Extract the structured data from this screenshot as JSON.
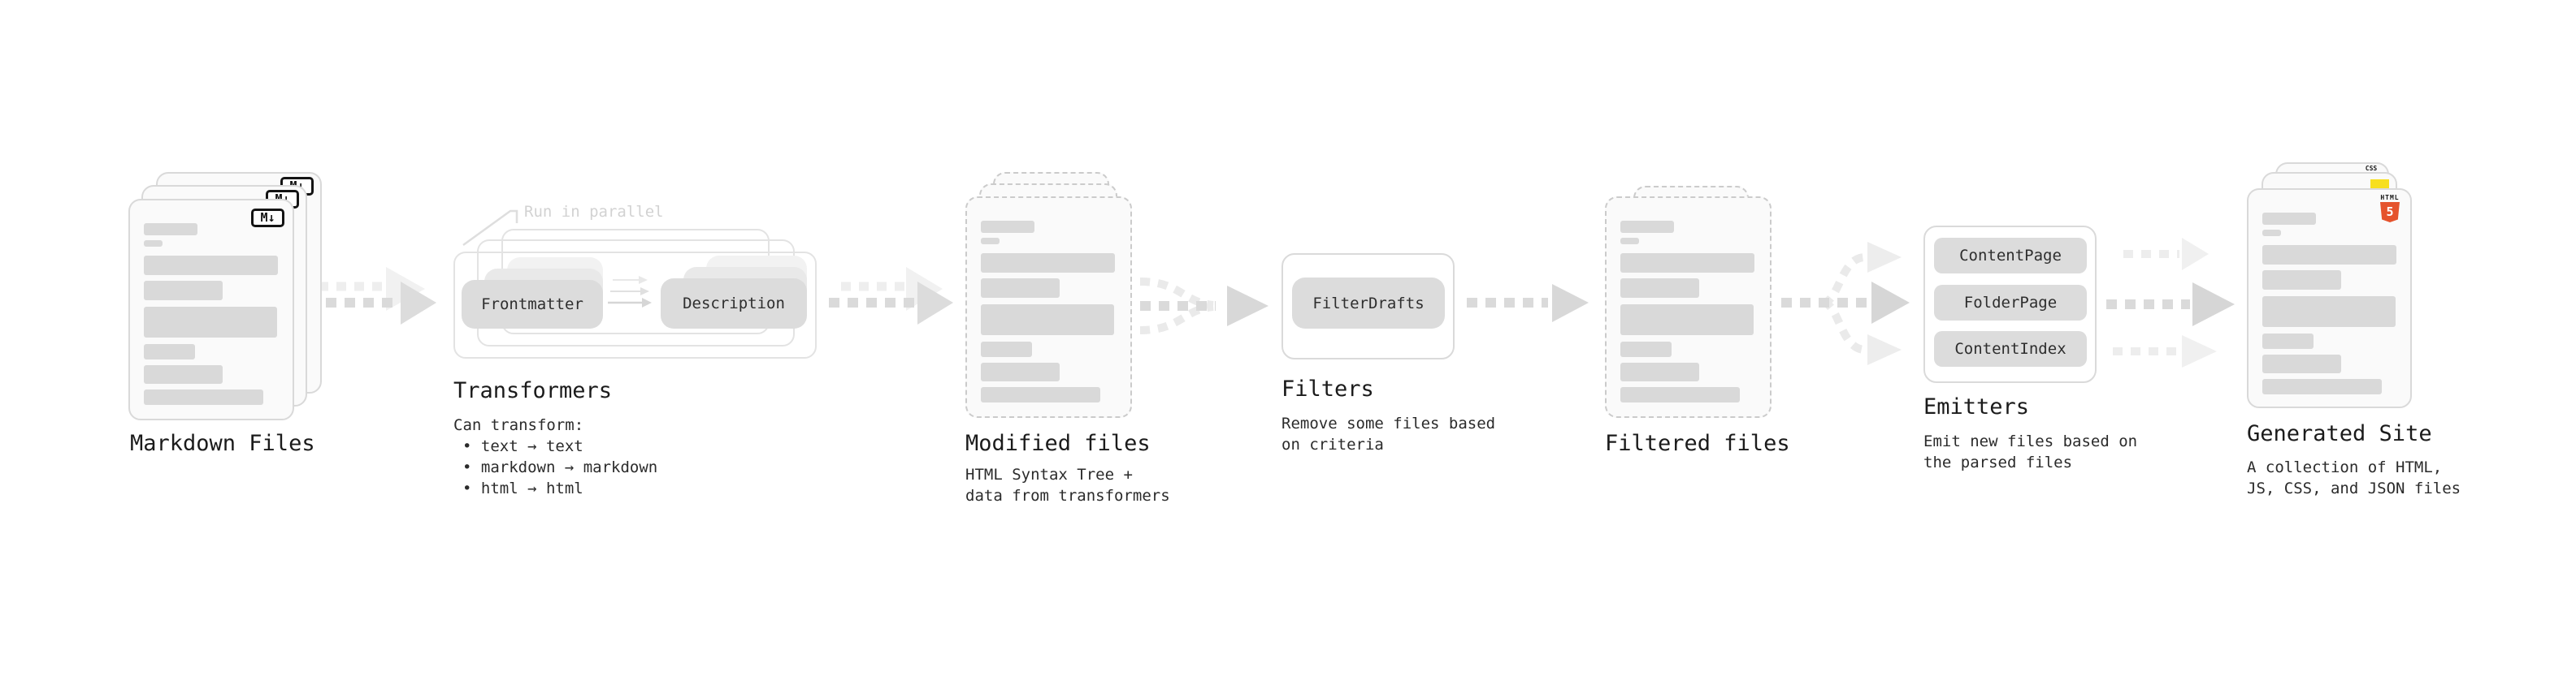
{
  "nodes": {
    "markdown": {
      "label": "Markdown Files",
      "badge": "M↓"
    },
    "transformers": {
      "annotation": "Run in parallel",
      "pills": [
        "Frontmatter",
        "Description"
      ],
      "label": "Transformers",
      "desc": [
        "Can transform:",
        "• text → text",
        "• markdown → markdown",
        "• html → html"
      ]
    },
    "modified": {
      "label": "Modified files",
      "desc": [
        "HTML Syntax Tree +",
        "data from transformers"
      ]
    },
    "filters": {
      "pills": [
        "FilterDrafts"
      ],
      "label": "Filters",
      "desc": [
        "Remove some files based",
        "on criteria"
      ]
    },
    "filtered": {
      "label": "Filtered files"
    },
    "emitters": {
      "pills": [
        "ContentPage",
        "FolderPage",
        "ContentIndex"
      ],
      "label": "Emitters",
      "desc": [
        "Emit new files based on",
        "the parsed files"
      ]
    },
    "generated": {
      "label": "Generated Site",
      "badges": {
        "css": "CSS",
        "html": "HTML",
        "html_num": "5"
      },
      "desc": [
        "A collection of HTML,",
        "JS, CSS, and JSON files"
      ]
    }
  },
  "colors": {
    "page_bg": "#ffffff",
    "card_bg": "#fafafa",
    "card_border": "#d9d9d9",
    "dashed_border": "#cbcbcb",
    "placeholder_bar": "#d9d9d9",
    "pill_bg": "#dcdcdc",
    "pill_text": "#2e2e2e",
    "outline_border": "#e3e3e3",
    "arrow": "#dadada",
    "arrow_faint": "#eeeeee",
    "heading_text": "#1b1b1b",
    "body_text": "#2b2b2b",
    "annotation_text": "#d2d2d2",
    "js_yellow": "#f7df1e",
    "css_blue": "#2f6bf2",
    "html5_orange": "#e5532d"
  }
}
